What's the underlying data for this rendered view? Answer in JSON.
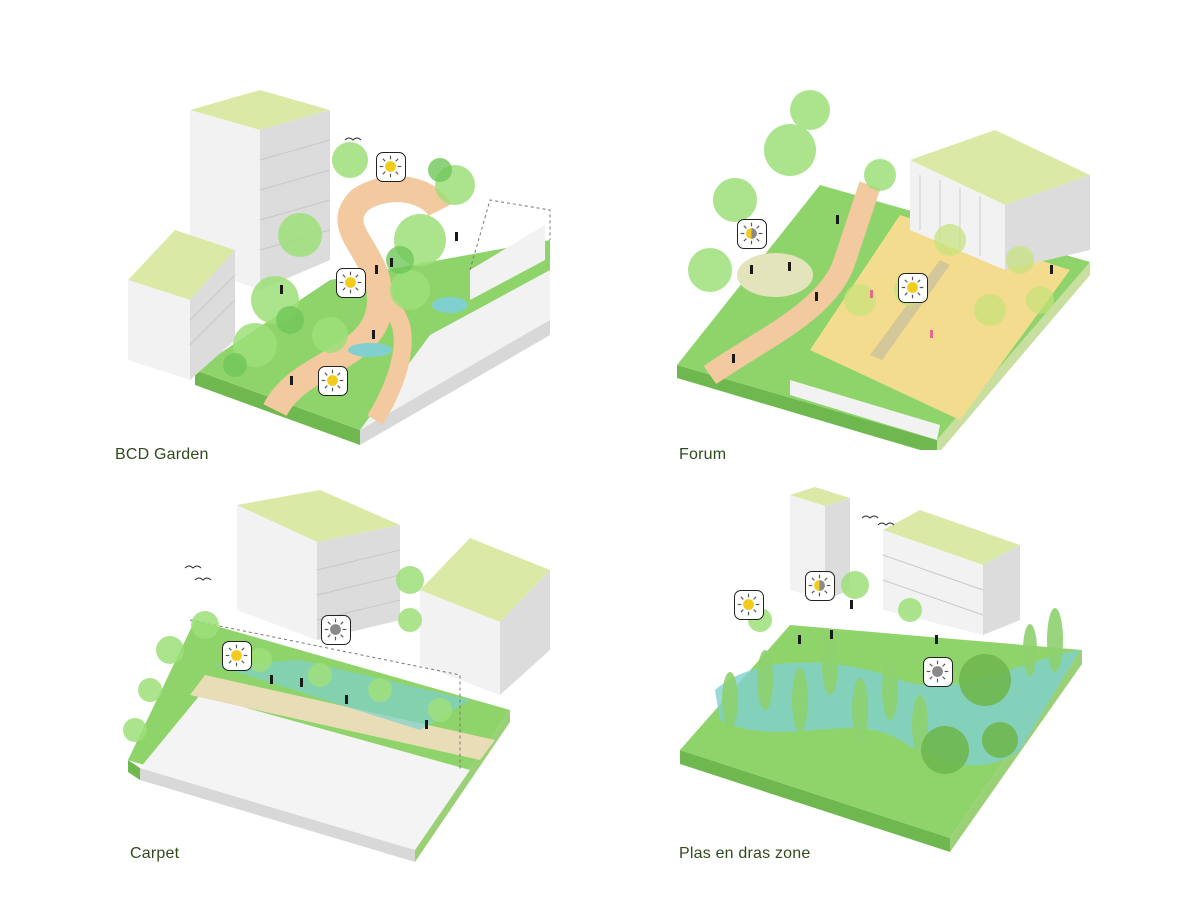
{
  "colors": {
    "roof": "#dbe9a6",
    "building_light": "#f2f2f2",
    "building_shade": "#dcdcdc",
    "grass": "#8fd46a",
    "grass_dark": "#6fb84f",
    "path": "#f3c9a0",
    "plaza": "#f4dc8e",
    "water": "#7fd0cf",
    "paving": "#f4f4f4",
    "sun": "#f2cc1c",
    "shade_sun": "#8a8a8a",
    "caption": "#2f4a1c"
  },
  "icons": {
    "full_sun": "sun-icon",
    "half_shade": "half-shade-icon",
    "shade": "shade-icon"
  },
  "panels": [
    {
      "id": "bcd-garden",
      "caption": "BCD Garden",
      "badges": [
        "full_sun",
        "full_sun",
        "full_sun"
      ]
    },
    {
      "id": "forum",
      "caption": "Forum",
      "badges": [
        "half_shade",
        "full_sun"
      ]
    },
    {
      "id": "carpet",
      "caption": "Carpet",
      "badges": [
        "full_sun",
        "shade"
      ]
    },
    {
      "id": "plas-en-dras-zone",
      "caption": "Plas en dras zone",
      "badges": [
        "full_sun",
        "half_shade",
        "shade"
      ]
    }
  ]
}
